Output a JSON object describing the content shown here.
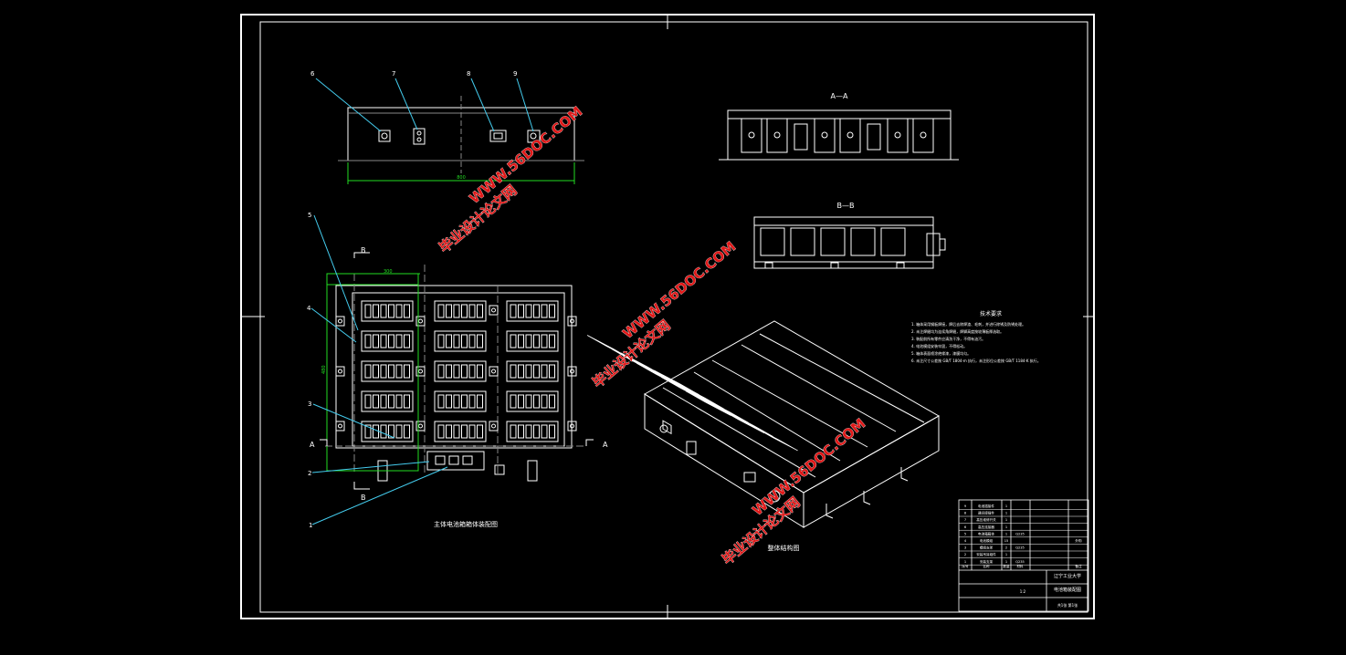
{
  "views": {
    "section_aa": "A—A",
    "section_bb": "B—B",
    "plan_caption": "主体电池箱箱体装配图",
    "iso_caption": "整体结构图",
    "cut_a": "A",
    "cut_b": "B"
  },
  "dimensions": {
    "front_width": "800",
    "top_dim": "300",
    "side_dim": "480"
  },
  "callouts": [
    "1",
    "2",
    "3",
    "4",
    "5",
    "6",
    "7",
    "8",
    "9"
  ],
  "notes": {
    "title": "技术要求",
    "lines": [
      "1. 箱体采用钢板焊接，焊后去除焊渣、毛刺，并进行除锈及防锈处理。",
      "2. 未注焊缝均为连续角焊缝，焊脚高度按较薄板厚选取。",
      "3. 装配前所有零件应清洗干净，不得有油污。",
      "4. 电池模组安装牢固，不得松动。",
      "5. 箱体表面喷涂绝缘漆，漆膜均匀。",
      "6. 未注尺寸公差按 GB/T 1804-m 执行，未注形位公差按 GB/T 1184-K 执行。"
    ]
  },
  "bom": {
    "rows": [
      [
        "9",
        "电池插接件",
        "1",
        "",
        ""
      ],
      [
        "8",
        "通讯接插件",
        "1",
        "",
        ""
      ],
      [
        "7",
        "高压维修开关",
        "1",
        "",
        ""
      ],
      [
        "6",
        "高压连接器",
        "1",
        "",
        ""
      ],
      [
        "5",
        "电池箱箱体",
        "1",
        "Q235",
        ""
      ],
      [
        "4",
        "电池模组",
        "15",
        "",
        "外购"
      ],
      [
        "3",
        "模组支架",
        "2",
        "Q235",
        ""
      ],
      [
        "2",
        "安装吊耳组件",
        "1",
        "",
        ""
      ],
      [
        "1",
        "安装支架",
        "1",
        "Q235",
        ""
      ]
    ],
    "header": [
      "序号",
      "名称",
      "数量",
      "材料",
      "备注"
    ]
  },
  "title_block": {
    "school": "辽宁工业大学",
    "drawing_name": "电池箱装配图",
    "scale": "1:2",
    "sheet": "共1张 第1张"
  },
  "watermark": {
    "site": "WWW.56DOC.COM",
    "name": "毕业设计论文网"
  },
  "colors": {
    "background": "#000000",
    "lines": "#ffffff",
    "dimension": "#22dd22",
    "leader": "#44ccee",
    "watermark": "#e01818"
  }
}
